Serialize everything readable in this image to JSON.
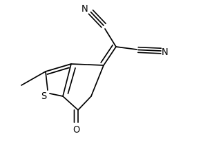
{
  "molecule": {
    "atoms": {
      "nitrile_n_1": "N",
      "nitrile_n_2": "N",
      "ring_sulfur": "S",
      "ketone_oxygen": "O"
    }
  },
  "colors": {
    "bond": "#000000",
    "label": "#000000",
    "background": "#ffffff"
  }
}
